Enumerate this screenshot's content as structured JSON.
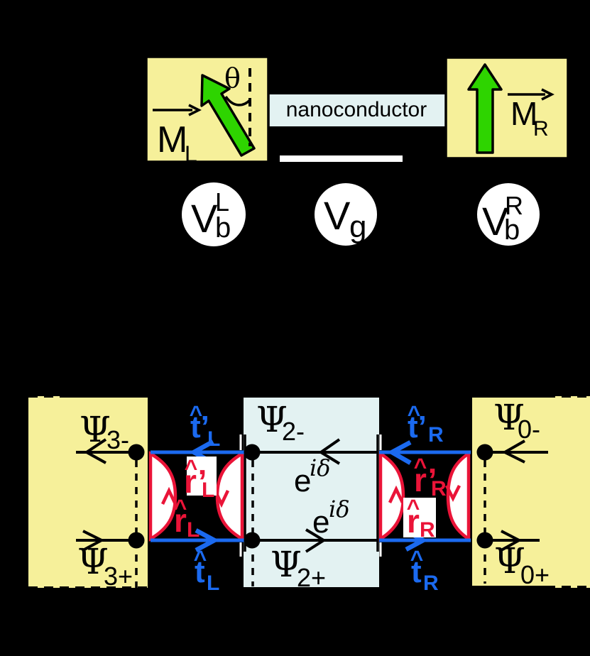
{
  "colors": {
    "background": "#000000",
    "electrode_fill": "#f6f09a",
    "conductor_fill": "#e3f2f2",
    "magnetization_green": "#2ed400",
    "transmission_blue": "#1b6af0",
    "reflection_red": "#ea1438",
    "ink": "#000000",
    "paper": "#ffffff"
  },
  "panel_a": {
    "nanoconductor_label": "nanoconductor",
    "theta": "θ",
    "m_left": {
      "symbol": "M",
      "sub": "L"
    },
    "m_right": {
      "symbol": "M",
      "sub": "R"
    },
    "v_left": {
      "symbol": "V",
      "sup": "L",
      "sub": "b"
    },
    "v_gate": {
      "symbol": "V",
      "sub": "g"
    },
    "v_right": {
      "symbol": "V",
      "sup": "R",
      "sub": "b"
    }
  },
  "panel_b": {
    "psi_3_minus": {
      "symbol": "Ψ",
      "sub": "3-"
    },
    "psi_3_plus": {
      "symbol": "Ψ",
      "sub": "3+"
    },
    "psi_2_minus": {
      "symbol": "Ψ",
      "sub": "2-"
    },
    "psi_2_plus": {
      "symbol": "Ψ",
      "sub": "2+"
    },
    "psi_0_minus": {
      "symbol": "Ψ",
      "sub": "0-"
    },
    "psi_0_plus": {
      "symbol": "Ψ",
      "sub": "0+"
    },
    "phase_upper": {
      "base": "e",
      "exponent": "iδ"
    },
    "phase_lower": {
      "base": "e",
      "exponent": "iδ"
    },
    "t_prime_left": {
      "hat": "^",
      "symbol": "t’",
      "sub": "L"
    },
    "t_left": {
      "hat": "^",
      "symbol": "t",
      "sub": "L"
    },
    "t_prime_right": {
      "hat": "^",
      "symbol": "t’",
      "sub": "R"
    },
    "t_right": {
      "hat": "^",
      "symbol": "t",
      "sub": "R"
    },
    "r_prime_left": {
      "hat": "^",
      "symbol": "r’",
      "sub": "L"
    },
    "r_left": {
      "hat": "^",
      "symbol": "r",
      "sub": "L"
    },
    "r_prime_right": {
      "hat": "^",
      "symbol": "r’",
      "sub": "R"
    },
    "r_right": {
      "hat": "^",
      "symbol": "r",
      "sub": "R"
    }
  }
}
